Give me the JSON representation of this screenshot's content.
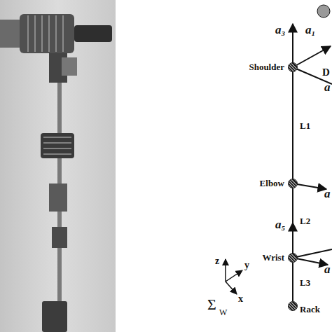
{
  "diagram": {
    "nodes": [
      {
        "text": [
          "Shoulder"
        ]
      },
      {
        "text": [
          "Elbow"
        ]
      },
      {
        "text": [
          "Wrist"
        ]
      },
      {
        "text": [
          "Rack"
        ]
      }
    ],
    "edges": [
      {
        "from": 0,
        "to": 1,
        "label": "L1",
        "arrow": "none"
      },
      {
        "from": 1,
        "to": 2,
        "label": "L2",
        "arrow": "none"
      },
      {
        "from": 2,
        "to": 3,
        "label": "L3",
        "arrow": "none"
      }
    ],
    "labels": [
      "a₃",
      "a₁",
      "D",
      "a",
      "a",
      "a₅",
      "a",
      "z",
      "y",
      "x",
      "Σ",
      "W"
    ]
  }
}
